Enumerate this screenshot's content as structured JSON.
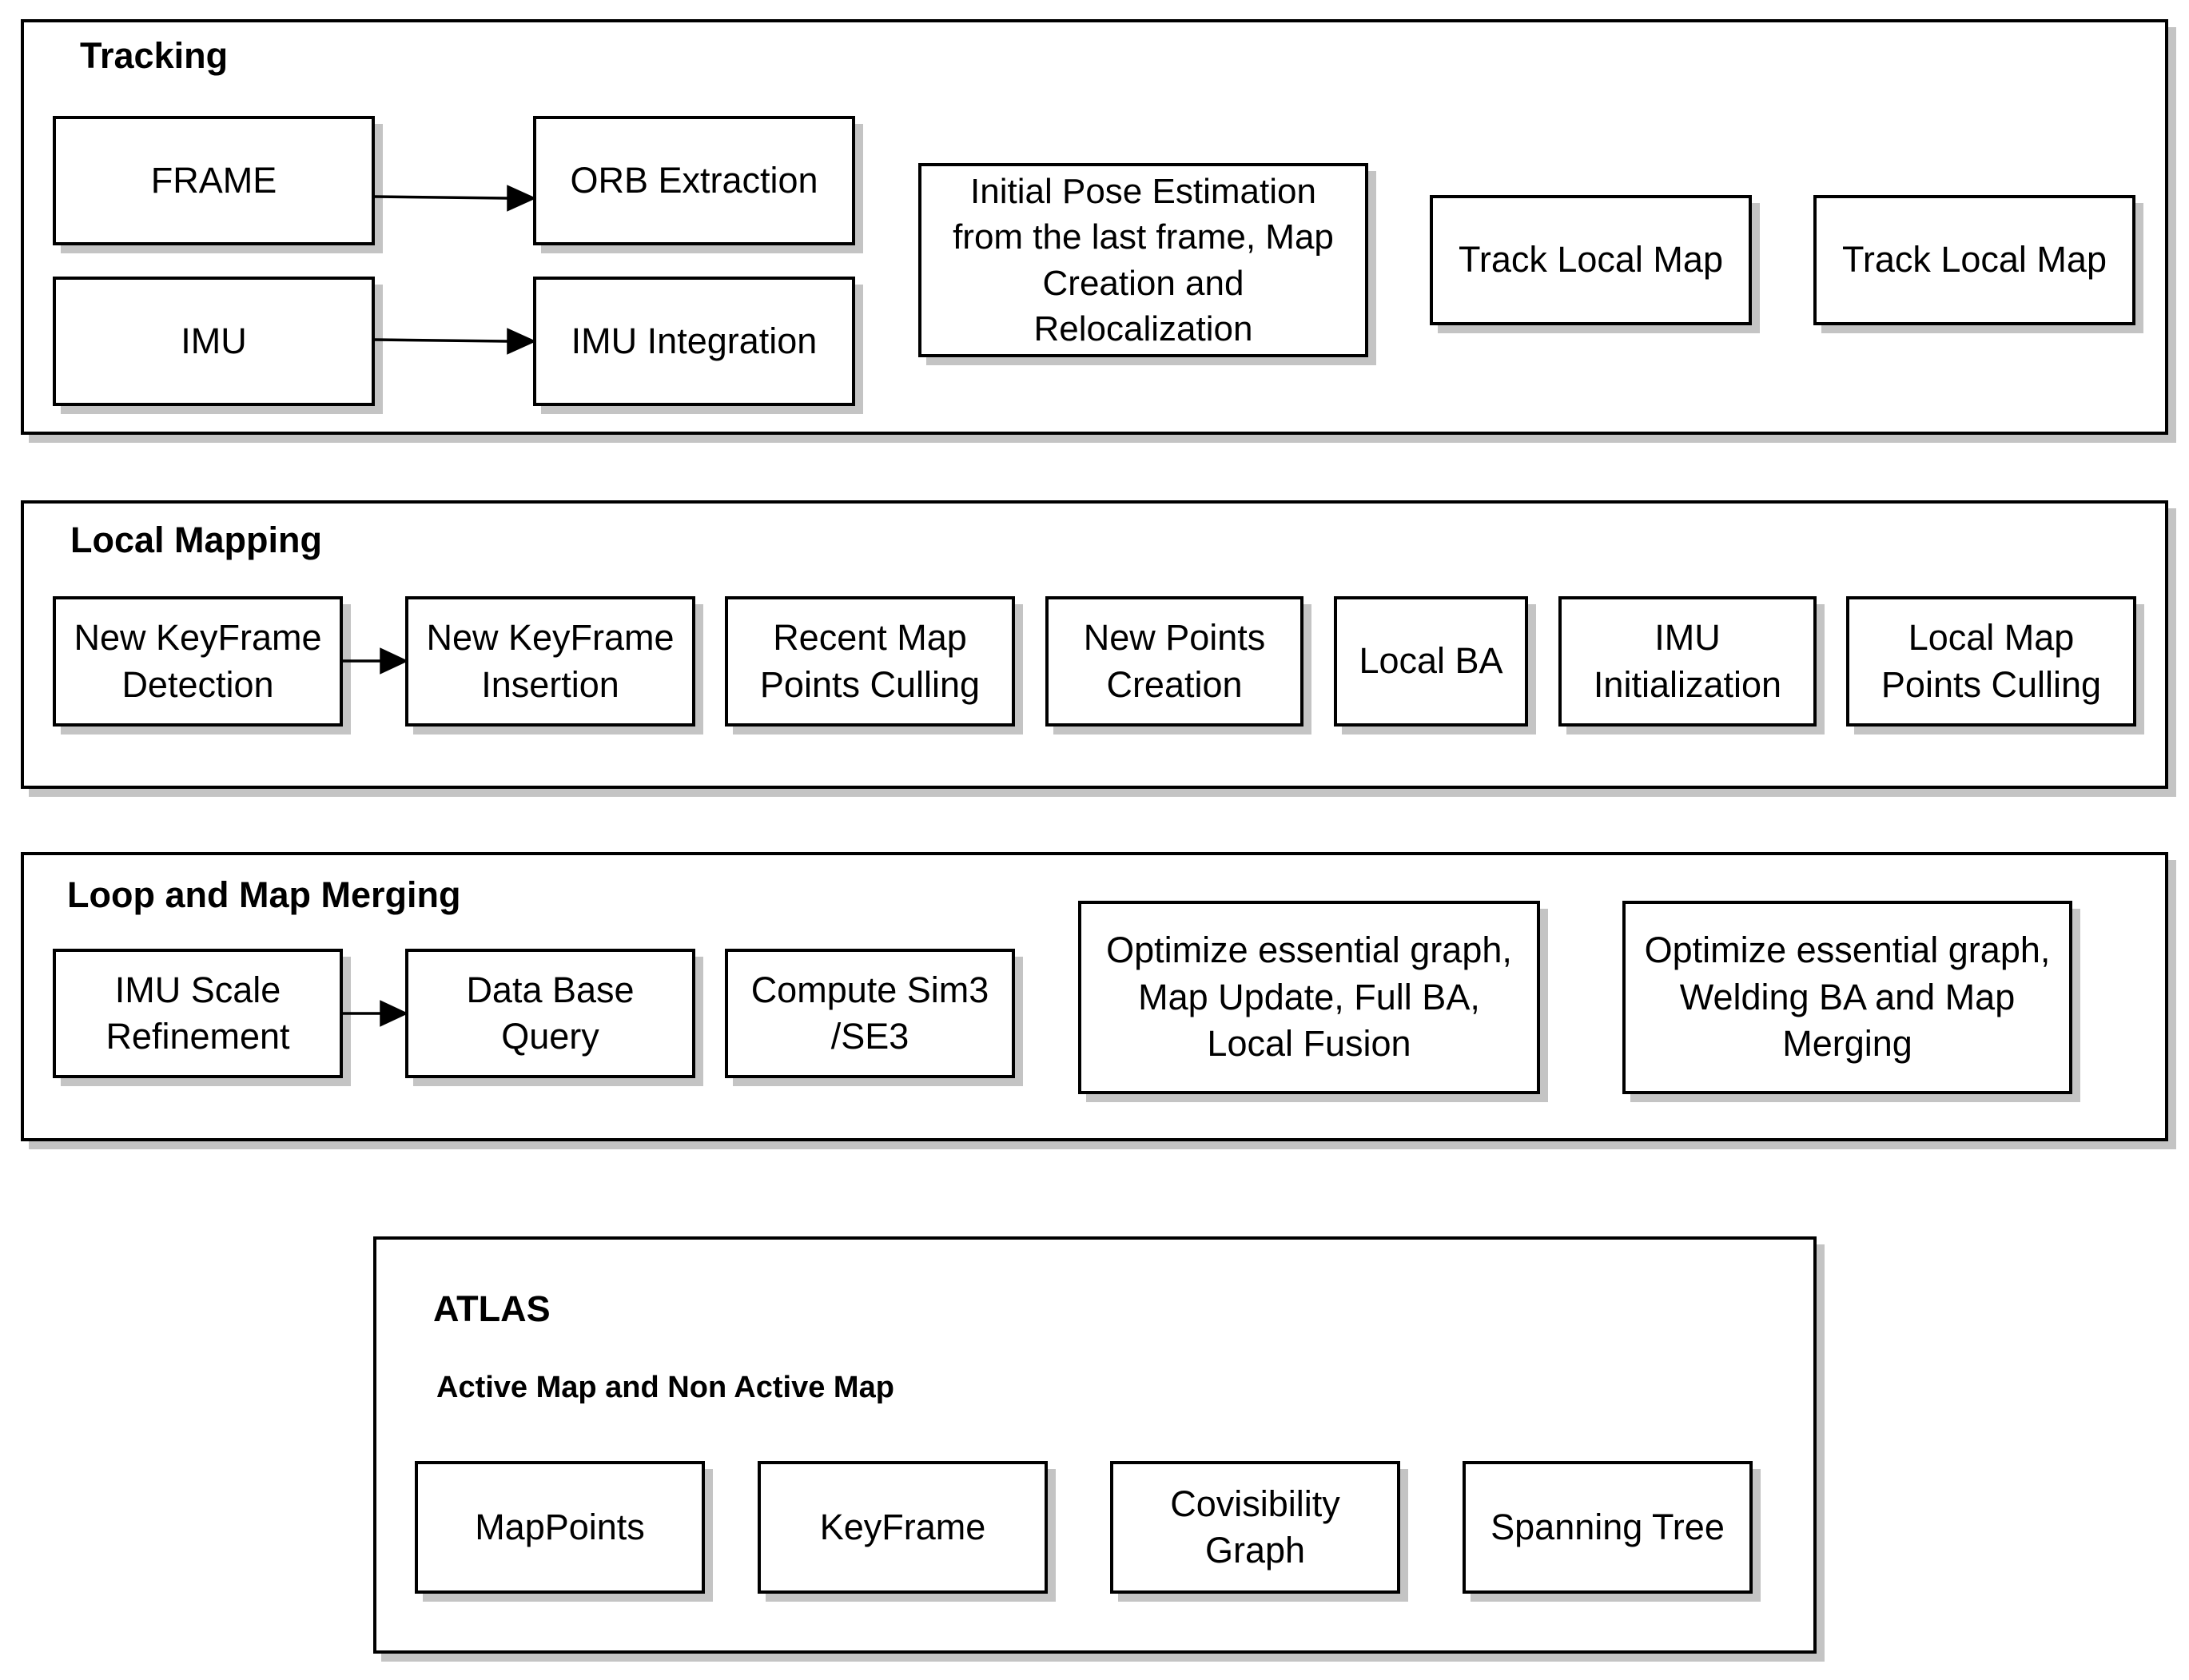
{
  "tracking": {
    "title": "Tracking",
    "frame": "FRAME",
    "orb": "ORB Extraction",
    "imu": "IMU",
    "imu_integration": "IMU Integration",
    "initial_pose": "Initial Pose Estimation\nfrom the last frame, Map\nCreation and\nRelocalization",
    "track_local_map_1": "Track Local Map",
    "track_local_map_2": "Track Local Map"
  },
  "local_mapping": {
    "title": "Local Mapping",
    "kf_detection": "New KeyFrame\nDetection",
    "kf_insertion": "New KeyFrame\nInsertion",
    "recent_culling": "Recent Map\nPoints Culling",
    "new_points": "New Points\nCreation",
    "local_ba": "Local BA",
    "imu_init": "IMU\nInitialization",
    "local_culling": "Local Map\nPoints Culling"
  },
  "loop_merging": {
    "title": "Loop and Map Merging",
    "imu_scale": "IMU Scale\nRefinement",
    "db_query": "Data Base\nQuery",
    "sim3": "Compute Sim3\n/SE3",
    "opt_1": "Optimize essential graph,\nMap Update, Full BA,\nLocal Fusion",
    "opt_2": "Optimize essential graph,\nWelding BA and Map\nMerging"
  },
  "atlas": {
    "title": "ATLAS",
    "subtitle": "Active Map and Non Active Map",
    "mappoints": "MapPoints",
    "keyframe": "KeyFrame",
    "covisibility": "Covisibility\nGraph",
    "spanning_tree": "Spanning Tree"
  }
}
